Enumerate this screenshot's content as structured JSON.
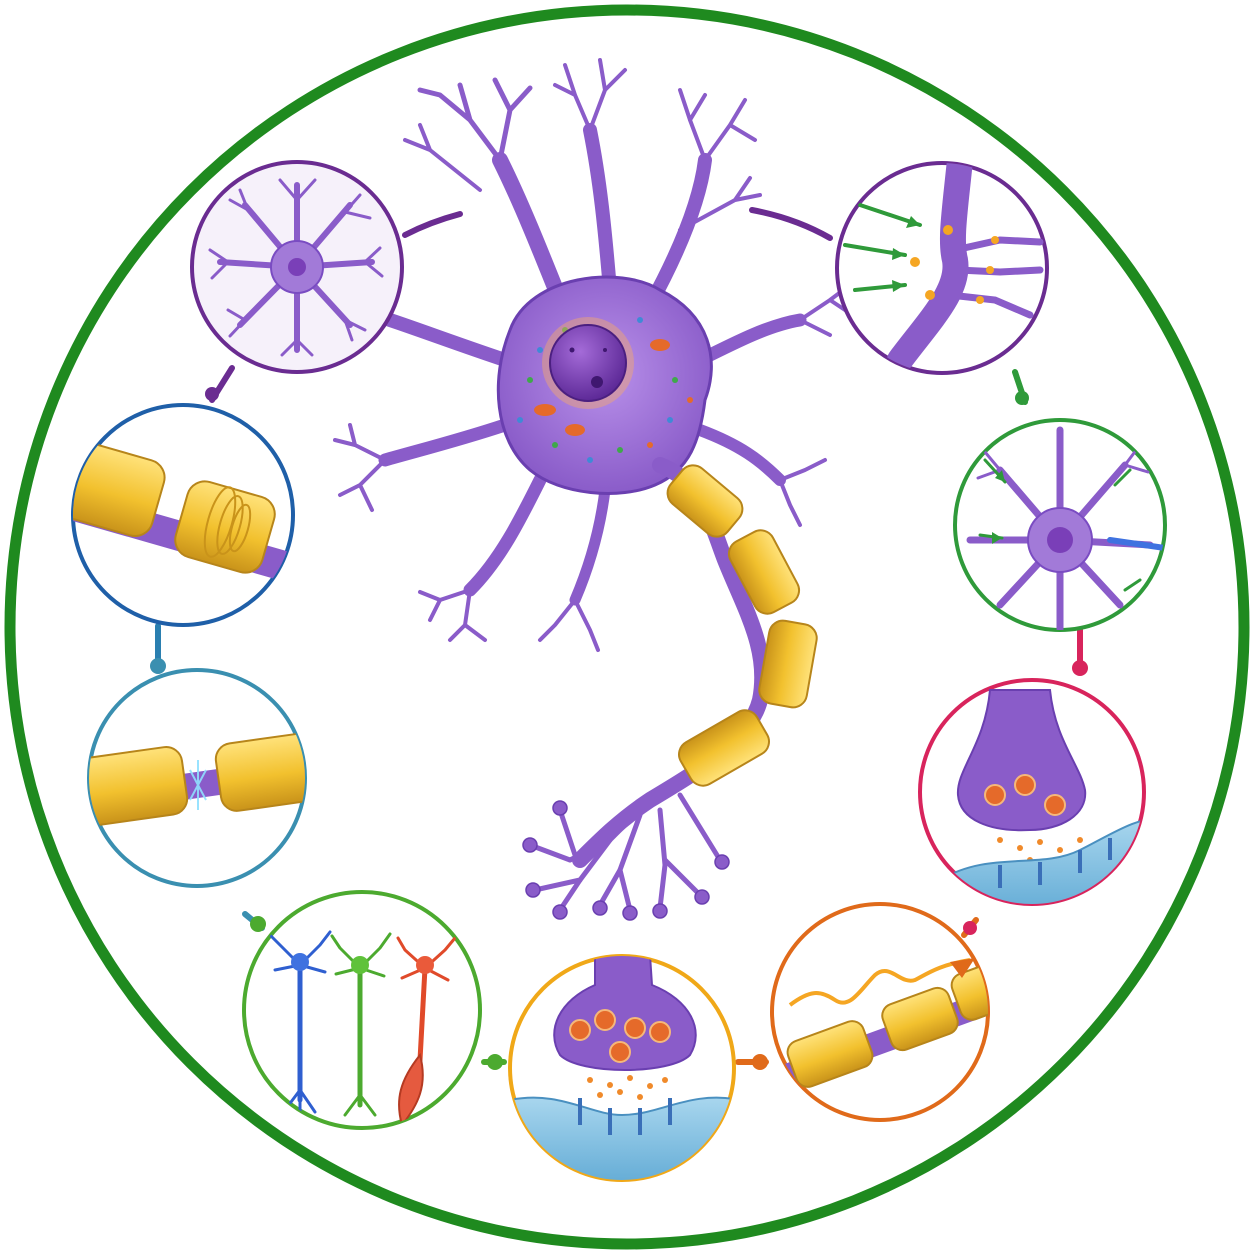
{
  "diagram": {
    "outer_ring_color": "#1f8a1f",
    "neuron": {
      "body_color": "#9b6fd6",
      "body_stroke": "#6a3fb0",
      "nucleus_color": "#7a3fb8",
      "myelin_color": "#f2c12e",
      "myelin_stroke": "#c9931a"
    },
    "panels": [
      {
        "name": "neuron-cell-panel",
        "topic": "dendritic-cell-body",
        "ring_color": "#6a2c91",
        "connector_color": "#6a2c91"
      },
      {
        "name": "myelin-sheath-panel",
        "topic": "myelin-sheath-wrap",
        "ring_color": "#1f5fa8",
        "connector_color": "#1f5fa8"
      },
      {
        "name": "node-of-ranvier-panel",
        "topic": "node-of-ranvier",
        "ring_color": "#3a8fb0",
        "connector_color": "#3a8fb0"
      },
      {
        "name": "neuron-types-panel",
        "topic": "sensory-inter-motor-neurons",
        "ring_color": "#4caa2f",
        "connector_color": "#4caa2f"
      },
      {
        "name": "synapse-release-panel",
        "topic": "neurotransmitter-release",
        "ring_color": "#f0a818",
        "connector_color": "#f0a818"
      },
      {
        "name": "action-potential-panel",
        "topic": "saltatory-conduction",
        "ring_color": "#e06a1a",
        "connector_color": "#e06a1a"
      },
      {
        "name": "synaptic-cleft-panel",
        "topic": "synaptic-cleft-receptors",
        "ring_color": "#d8245c",
        "connector_color": "#d8245c"
      },
      {
        "name": "signal-integration-panel",
        "topic": "signal-summation",
        "ring_color": "#2f9a3a",
        "connector_color": "#2f9a3a"
      },
      {
        "name": "dendritic-input-panel",
        "topic": "dendrite-synaptic-input",
        "ring_color": "#6a2c91",
        "connector_color": "#2f9a3a"
      }
    ],
    "icons": [
      "neuron-icon",
      "myelin-icon",
      "ranvier-node-icon",
      "neuron-types-icon",
      "synapse-icon",
      "action-potential-icon",
      "synaptic-cleft-icon",
      "integration-icon",
      "dendritic-input-icon"
    ]
  }
}
